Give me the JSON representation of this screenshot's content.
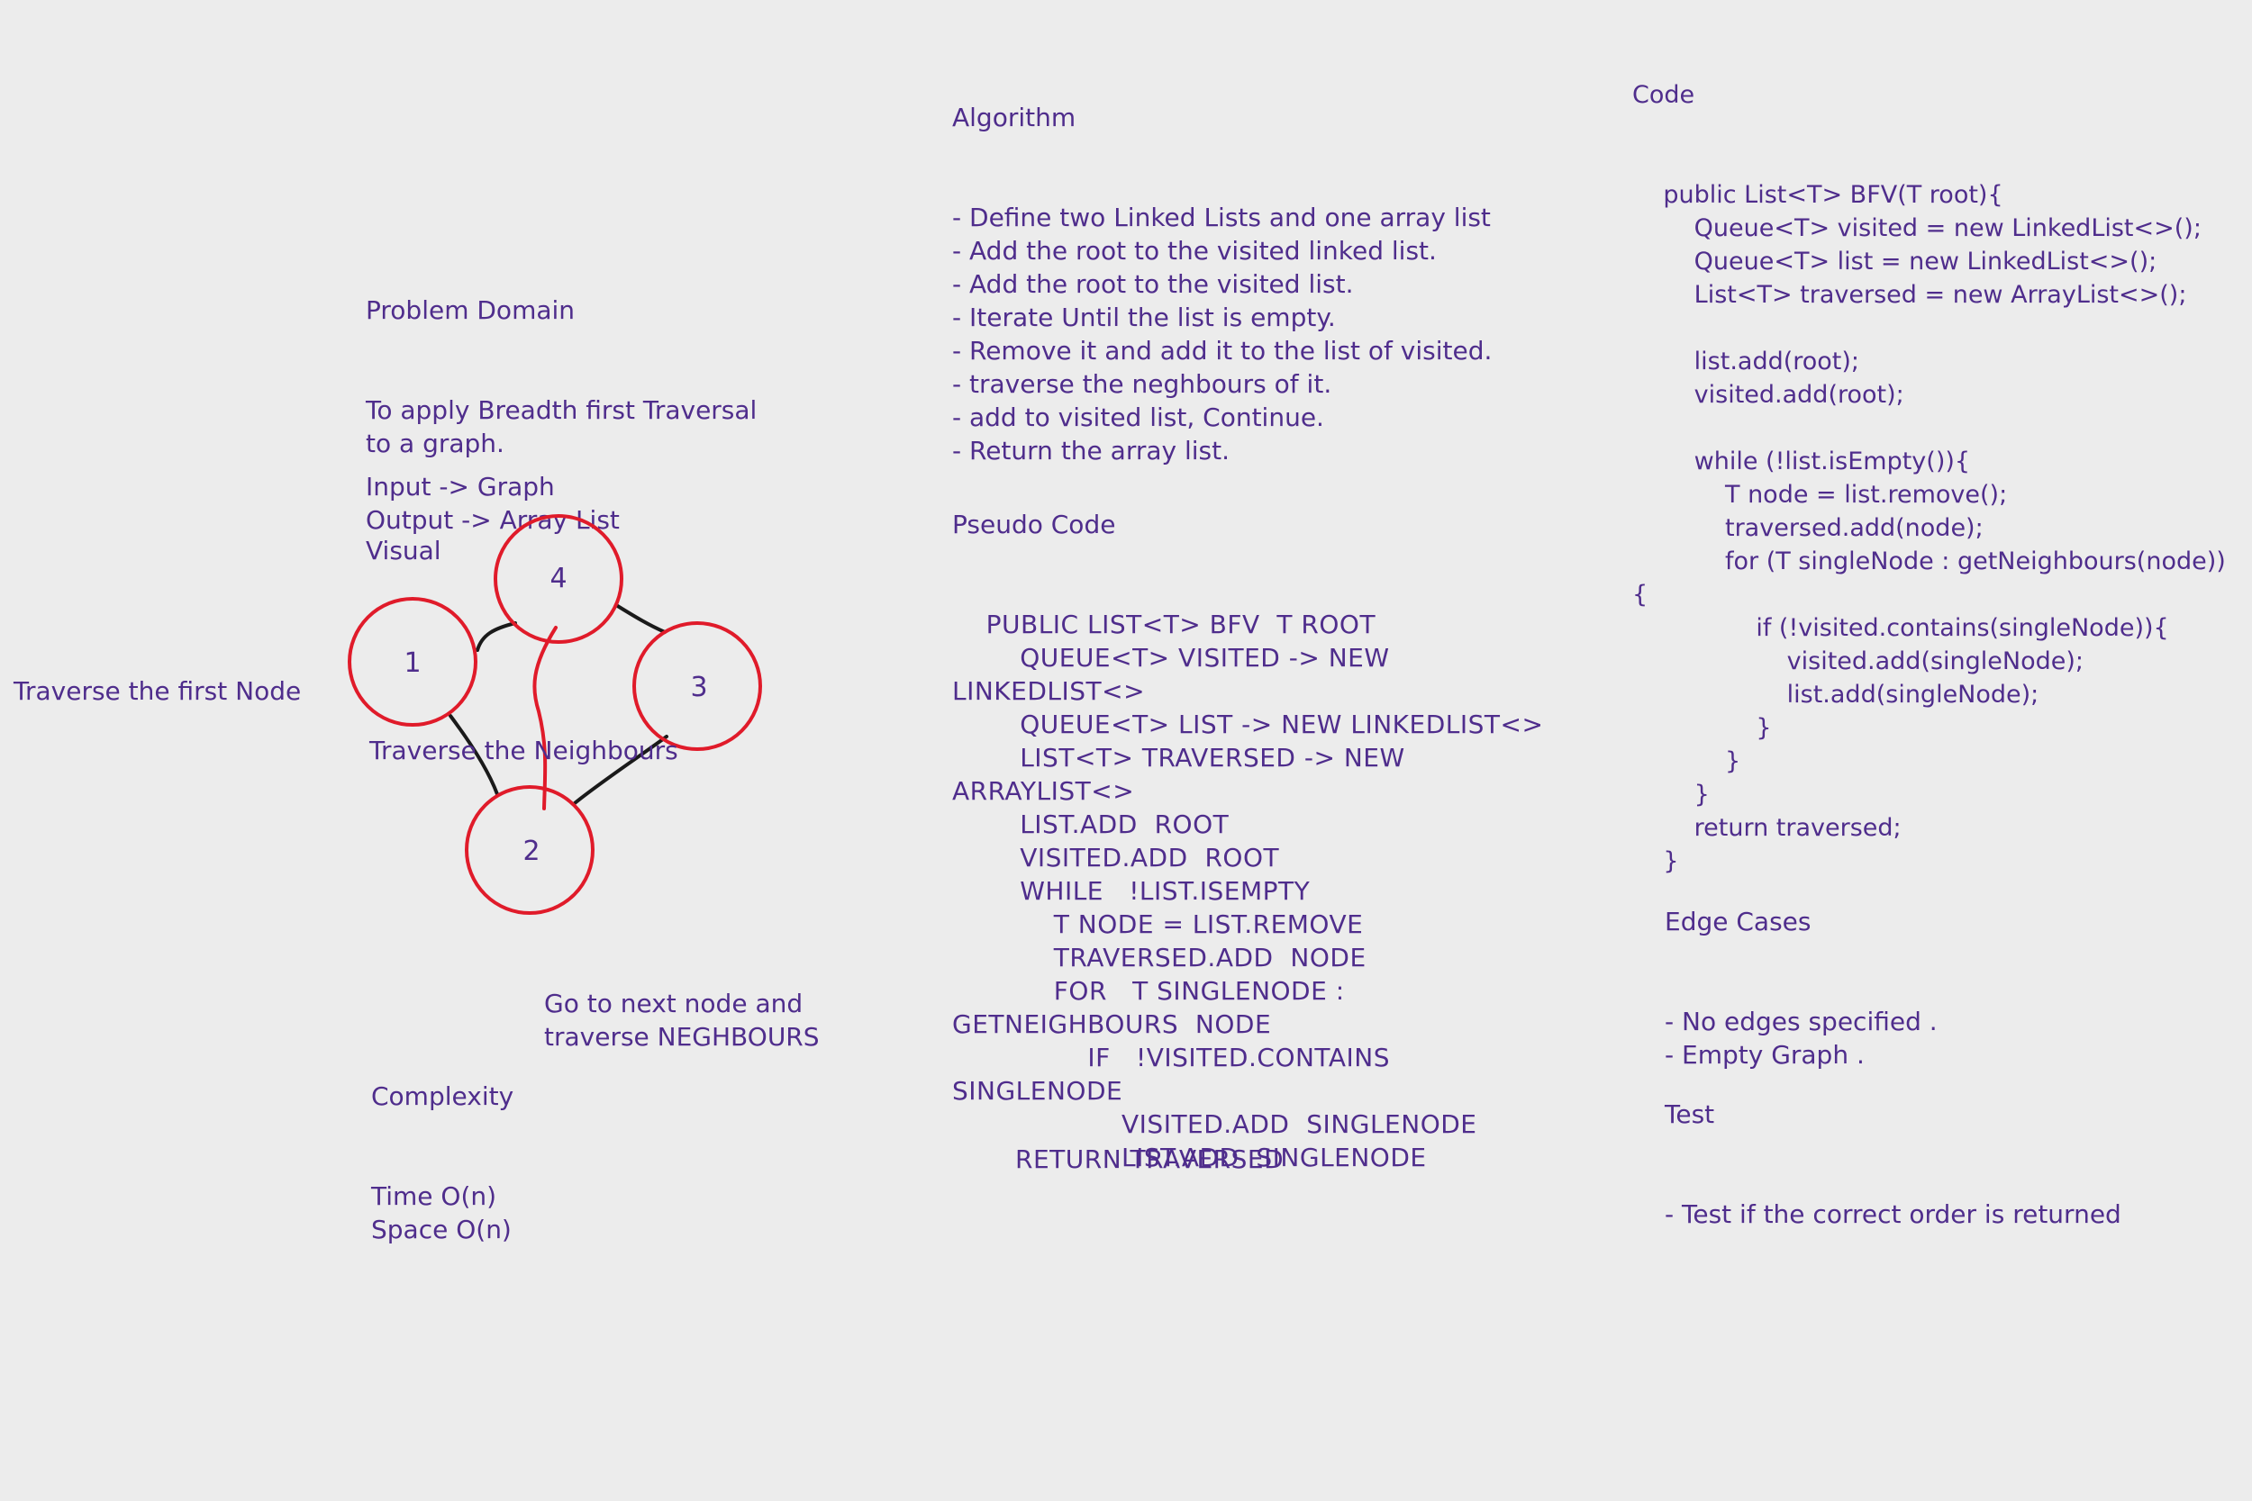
{
  "algorithm": {
    "title": "Algorithm",
    "lines": [
      "- Define two Linked Lists and one array list",
      "- Add the root to the visited linked list.",
      "- Add the root to the visited list.",
      "- Iterate Until the list is empty.",
      "- Remove it and add it to the list of visited.",
      "- traverse the neghbours of it.",
      "- add to visited list, Continue.",
      "- Return the array list."
    ]
  },
  "code": {
    "title": "Code",
    "lines": [
      "    public List<T> BFV(T root){",
      "        Queue<T> visited = new LinkedList<>();",
      "        Queue<T> list = new LinkedList<>();",
      "        List<T> traversed = new ArrayList<>();",
      "",
      "        list.add(root);",
      "        visited.add(root);",
      "",
      "        while (!list.isEmpty()){",
      "            T node = list.remove();",
      "            traversed.add(node);",
      "            for (T singleNode : getNeighbours(node))",
      "{",
      "                if (!visited.contains(singleNode)){",
      "                    visited.add(singleNode);",
      "                    list.add(singleNode);",
      "                }",
      "            }",
      "        }",
      "        return traversed;",
      "    }"
    ]
  },
  "problem_domain": {
    "title": "Problem Domain",
    "lines": [
      "To apply Breadth first Traversal",
      "to a graph."
    ]
  },
  "io": {
    "lines": [
      "Input -> Graph",
      "Output -> Array List"
    ]
  },
  "visual": {
    "title": "Visual"
  },
  "graph": {
    "nodes": [
      "1",
      "4",
      "3",
      "2"
    ],
    "annotations": {
      "first_node": "Traverse the first Node",
      "neighbours": "Traverse the Neighbours",
      "next_node": [
        "Go to next node and",
        "traverse NEGHBOURS"
      ]
    },
    "circle_color": "#e01b2a",
    "edge_color": "#1a1a1a"
  },
  "complexity": {
    "title": "Complexity",
    "lines": [
      "Time O(n)",
      "Space O(n)"
    ]
  },
  "pseudo_code": {
    "title": "Pseudo Code",
    "lines": [
      "    PUBLIC LIST<T> BFV  T ROOT",
      "        QUEUE<T> VISITED -> NEW",
      "LINKEDLIST<>",
      "        QUEUE<T> LIST -> NEW LINKEDLIST<>",
      "        LIST<T> TRAVERSED -> NEW",
      "ARRAYLIST<>",
      "        LIST.ADD  ROOT",
      "        VISITED.ADD  ROOT",
      "        WHILE   !LIST.ISEMPTY",
      "            T NODE = LIST.REMOVE",
      "            TRAVERSED.ADD  NODE",
      "            FOR   T SINGLENODE :",
      "GETNEIGHBOURS  NODE",
      "                IF   !VISITED.CONTAINS",
      "SINGLENODE",
      "                    VISITED.ADD  SINGLENODE",
      "                    LIST.ADD  SINGLENODE"
    ],
    "return_line": "RETURN TRAVERSED"
  },
  "edge_cases": {
    "title": "Edge Cases",
    "lines": [
      "- No edges specified .",
      "- Empty Graph ."
    ]
  },
  "test": {
    "title": "Test",
    "lines": [
      "- Test if the correct order is returned"
    ]
  }
}
